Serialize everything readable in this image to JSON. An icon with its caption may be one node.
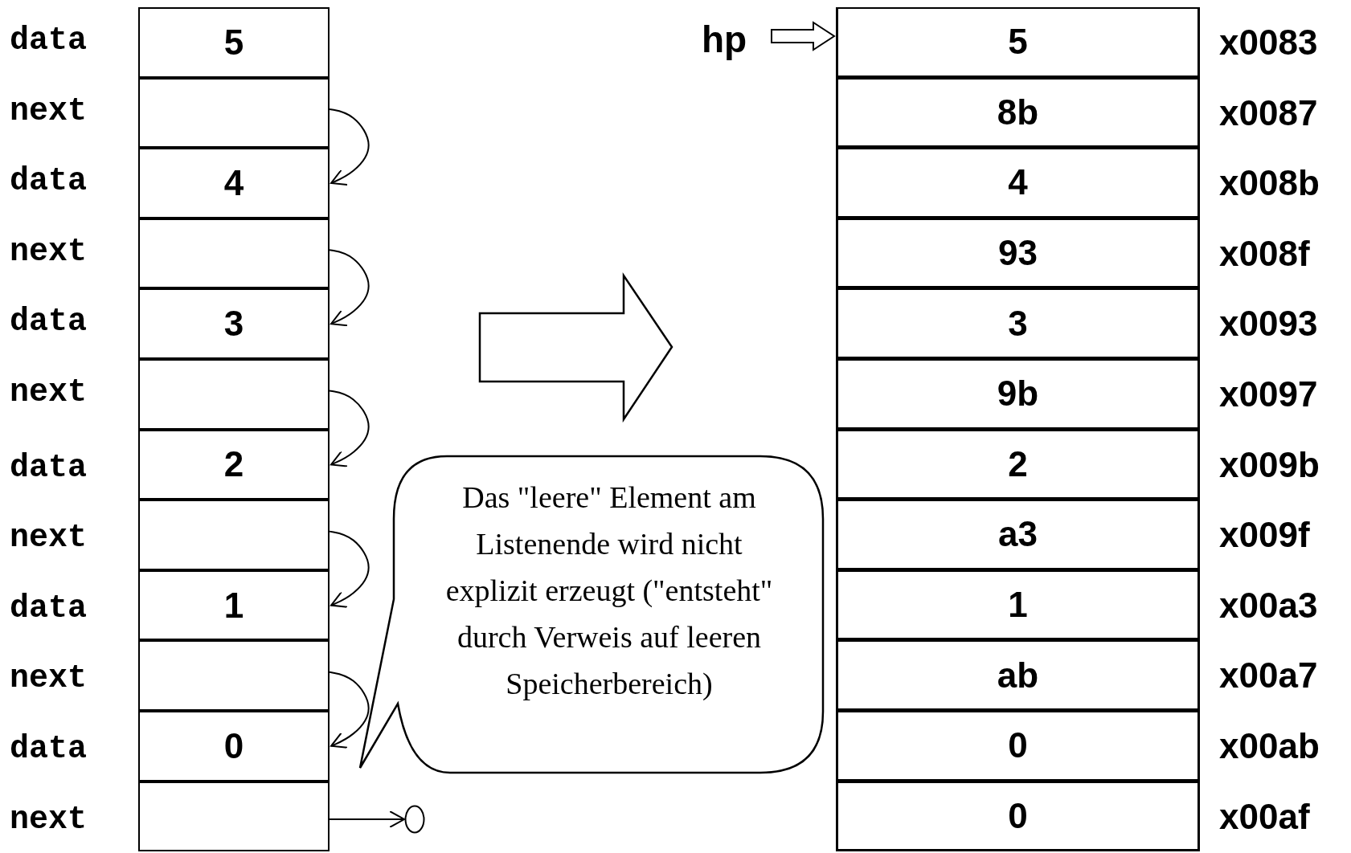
{
  "diagram": {
    "nodes": [
      {
        "text": [
          "5"
        ],
        "beside": [
          "data"
        ]
      },
      {
        "text": [],
        "shape": "box",
        "beside": [
          "next"
        ]
      },
      {
        "text": [
          "4"
        ],
        "beside": [
          "data"
        ]
      },
      {
        "text": [],
        "shape": "box",
        "beside": [
          "next"
        ]
      },
      {
        "text": [
          "3"
        ],
        "beside": [
          "data"
        ]
      },
      {
        "text": [],
        "shape": "box",
        "beside": [
          "next"
        ]
      },
      {
        "text": [
          "2"
        ],
        "beside": [
          "data"
        ]
      },
      {
        "text": [],
        "shape": "box",
        "beside": [
          "next"
        ]
      },
      {
        "text": [
          "1"
        ],
        "beside": [
          "data"
        ]
      },
      {
        "text": [],
        "shape": "box",
        "beside": [
          "next"
        ]
      },
      {
        "text": [
          "0"
        ],
        "beside": [
          "data"
        ]
      },
      {
        "text": [],
        "shape": "box",
        "beside": [
          "next"
        ]
      },
      {
        "text": [
          "5"
        ],
        "beside": [
          "x0083"
        ]
      },
      {
        "text": [
          "8b"
        ],
        "beside": [
          "x0087"
        ]
      },
      {
        "text": [
          "4"
        ],
        "beside": [
          "x008b"
        ]
      },
      {
        "text": [
          "93"
        ],
        "beside": [
          "x008f"
        ]
      },
      {
        "text": [
          "3"
        ],
        "beside": [
          "x0093"
        ]
      },
      {
        "text": [
          "9b"
        ],
        "beside": [
          "x0097"
        ]
      },
      {
        "text": [
          "2"
        ],
        "beside": [
          "x009b"
        ]
      },
      {
        "text": [
          "a3"
        ],
        "beside": [
          "x009f"
        ]
      },
      {
        "text": [
          "1"
        ],
        "beside": [
          "x00a3"
        ]
      },
      {
        "text": [
          "ab"
        ],
        "beside": [
          "x00a7"
        ]
      },
      {
        "text": [
          "0"
        ],
        "beside": [
          "x00ab"
        ]
      },
      {
        "text": [
          "0"
        ],
        "beside": [
          "x00af"
        ]
      },
      {
        "text": [
          "hp"
        ]
      },
      {
        "text": [],
        "shape": "circle"
      },
      {
        "text": [
          "Das \"leere\" Element am Listenende wird nicht explizit erzeugt (\"entsteht\" durch Verweis auf leeren Speicherbereich)"
        ]
      }
    ],
    "edges": [
      {
        "from": 1,
        "to": 2,
        "arrow": "to"
      },
      {
        "from": 3,
        "to": 4,
        "arrow": "to"
      },
      {
        "from": 5,
        "to": 6,
        "arrow": "to"
      },
      {
        "from": 7,
        "to": 8,
        "arrow": "to"
      },
      {
        "from": 9,
        "to": 10,
        "arrow": "to"
      },
      {
        "from": 11,
        "to": 25,
        "arrow": "to"
      },
      {
        "from": 24,
        "to": 12,
        "arrow": "to"
      }
    ]
  }
}
